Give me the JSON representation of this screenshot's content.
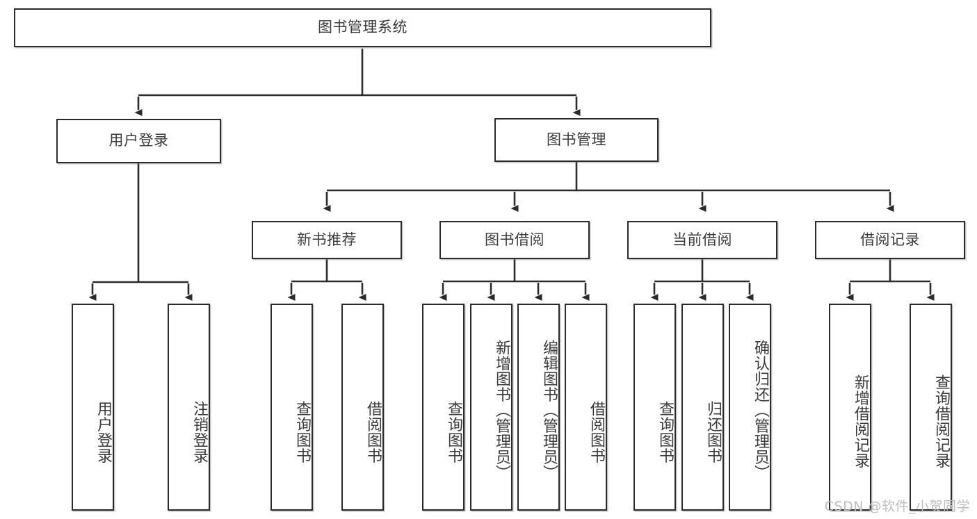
{
  "diagram": {
    "title": "图书管理系统",
    "type": "tree",
    "watermark": "CSDN @软件_小贺同学",
    "colors": {
      "box_border": "#2b2b2b",
      "box_fill": "#ffffff",
      "text": "#3a3a3a",
      "edge": "#2b2b2b",
      "watermark": "#bdbdbd"
    },
    "nodes": {
      "root": {
        "label": "图书管理系统",
        "level": 1,
        "orientation": "horizontal"
      },
      "user_login": {
        "label": "用户登录",
        "level": 2,
        "orientation": "horizontal"
      },
      "book_manage": {
        "label": "图书管理",
        "level": 2,
        "orientation": "horizontal"
      },
      "new_book_rec": {
        "label": "新书推荐",
        "level": 3,
        "orientation": "horizontal"
      },
      "book_borrow": {
        "label": "图书借阅",
        "level": 3,
        "orientation": "horizontal"
      },
      "current_borrow": {
        "label": "当前借阅",
        "level": 3,
        "orientation": "horizontal"
      },
      "borrow_record": {
        "label": "借阅记录",
        "level": 3,
        "orientation": "horizontal"
      },
      "leaf_user_login": {
        "label": "用户登录",
        "level": 3,
        "orientation": "vertical"
      },
      "leaf_logout": {
        "label": "注销登录",
        "level": 3,
        "orientation": "vertical"
      },
      "leaf_rec_query": {
        "label": "查询图书",
        "level": 4,
        "orientation": "vertical"
      },
      "leaf_rec_borrow": {
        "label": "借阅图书",
        "level": 4,
        "orientation": "vertical"
      },
      "leaf_bb_query": {
        "label": "查询图书",
        "level": 4,
        "orientation": "vertical"
      },
      "leaf_bb_add": {
        "label": "新增图书（管理员）",
        "level": 4,
        "orientation": "vertical"
      },
      "leaf_bb_edit": {
        "label": "编辑图书（管理员）",
        "level": 4,
        "orientation": "vertical"
      },
      "leaf_bb_borrow": {
        "label": "借阅图书",
        "level": 4,
        "orientation": "vertical"
      },
      "leaf_cb_query": {
        "label": "查询图书",
        "level": 4,
        "orientation": "vertical"
      },
      "leaf_cb_return": {
        "label": "归还图书",
        "level": 4,
        "orientation": "vertical"
      },
      "leaf_cb_confirm": {
        "label": "确认归还（管理员）",
        "level": 4,
        "orientation": "vertical"
      },
      "leaf_br_add": {
        "label": "新增借阅记录",
        "level": 4,
        "orientation": "vertical"
      },
      "leaf_br_query": {
        "label": "查询借阅记录",
        "level": 4,
        "orientation": "vertical"
      }
    },
    "edges": [
      {
        "from": "root",
        "to": "user_login"
      },
      {
        "from": "root",
        "to": "book_manage"
      },
      {
        "from": "user_login",
        "to": "leaf_user_login"
      },
      {
        "from": "user_login",
        "to": "leaf_logout"
      },
      {
        "from": "book_manage",
        "to": "new_book_rec"
      },
      {
        "from": "book_manage",
        "to": "book_borrow"
      },
      {
        "from": "book_manage",
        "to": "current_borrow"
      },
      {
        "from": "book_manage",
        "to": "borrow_record"
      },
      {
        "from": "new_book_rec",
        "to": "leaf_rec_query"
      },
      {
        "from": "new_book_rec",
        "to": "leaf_rec_borrow"
      },
      {
        "from": "book_borrow",
        "to": "leaf_bb_query"
      },
      {
        "from": "book_borrow",
        "to": "leaf_bb_add"
      },
      {
        "from": "book_borrow",
        "to": "leaf_bb_edit"
      },
      {
        "from": "book_borrow",
        "to": "leaf_bb_borrow"
      },
      {
        "from": "current_borrow",
        "to": "leaf_cb_query"
      },
      {
        "from": "current_borrow",
        "to": "leaf_cb_return"
      },
      {
        "from": "current_borrow",
        "to": "leaf_cb_confirm"
      },
      {
        "from": "borrow_record",
        "to": "leaf_br_add"
      },
      {
        "from": "borrow_record",
        "to": "leaf_br_query"
      }
    ]
  }
}
